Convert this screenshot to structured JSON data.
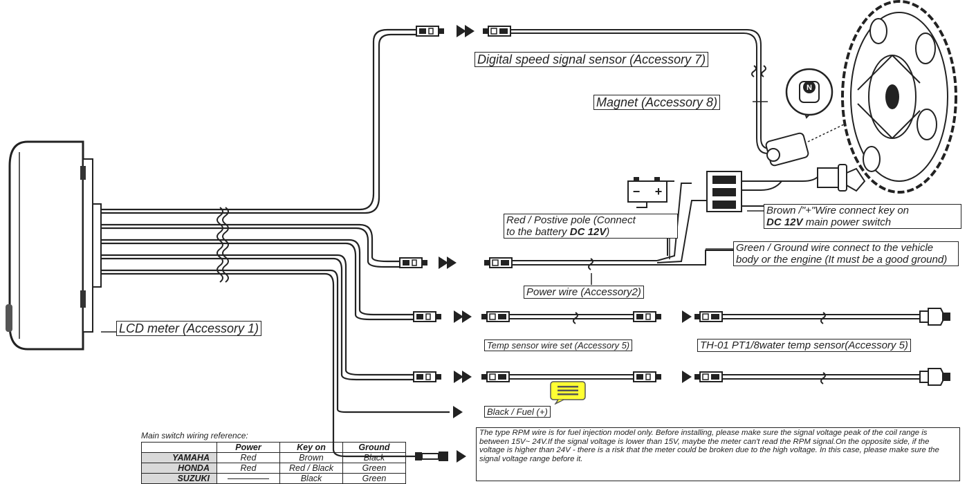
{
  "labels": {
    "speed_sensor": "Digital speed signal sensor (Accessory 7)",
    "magnet": "Magnet (Accessory 8)",
    "red_wire_1": "Red / Postive pole (Connect",
    "red_wire_2": "to the battery ",
    "red_wire_bold": "DC 12V",
    "red_wire_3": ")",
    "brown_1": "Brown /\"+\"Wire connect key on",
    "brown_bold": "DC 12V",
    "brown_2": " main power switch",
    "green": "Green / Ground wire connect to the vehicle body or the engine (It must be a good ground)",
    "power_wire": "Power wire (Accessory2)",
    "lcd_meter": "LCD meter (Accessory 1)",
    "temp_wire": "Temp sensor wire set (Accessory 5)",
    "temp_sensor": "TH-01 PT1/8water temp sensor(Accessory 5)",
    "black_fuel": "Black / Fuel (+)",
    "rpm_note": "The type RPM wire is for fuel injection model only. Before installing, please make sure the signal voltage peak of the coil range is between 15V~ 24V.If the signal voltage is lower than 15V, maybe the meter can't read the RPM signal.On the opposite side, if the voltage is higher than 24V - there is a risk that the meter could be broken due to the high voltage. In this case, please make sure the signal voltage range before it.",
    "battery_minus": "−",
    "battery_plus": "+",
    "magnet_letter": "N"
  },
  "reference": {
    "title": "Main switch wiring reference:",
    "columns": [
      "Power",
      "Key on",
      "Ground"
    ],
    "rows": [
      {
        "brand": "YAMAHA",
        "power": "Red",
        "key_on": "Brown",
        "ground": "Black"
      },
      {
        "brand": "HONDA",
        "power": "Red",
        "key_on": "Red / Black",
        "ground": "Green"
      },
      {
        "brand": "SUZUKI",
        "power": "",
        "key_on": "Black",
        "ground": "Green"
      }
    ]
  },
  "colors": {
    "line": "#222222",
    "comment_fill": "#ffff33",
    "brand_cell": "#d9d9d9"
  },
  "icons": [
    "comment-icon",
    "battery-icon",
    "key-switch-icon",
    "sprocket-icon",
    "magnet-icon"
  ]
}
